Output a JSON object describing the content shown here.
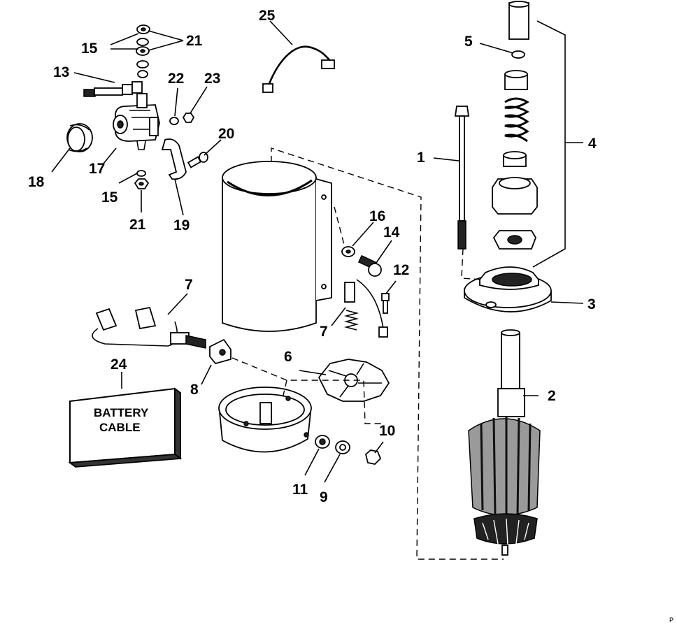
{
  "diagram": {
    "callouts": [
      {
        "id": "c1",
        "label": "1"
      },
      {
        "id": "c2",
        "label": "2"
      },
      {
        "id": "c3",
        "label": "3"
      },
      {
        "id": "c4",
        "label": "4"
      },
      {
        "id": "c5",
        "label": "5"
      },
      {
        "id": "c6",
        "label": "6"
      },
      {
        "id": "c7a",
        "label": "7"
      },
      {
        "id": "c7b",
        "label": "7"
      },
      {
        "id": "c8",
        "label": "8"
      },
      {
        "id": "c9",
        "label": "9"
      },
      {
        "id": "c10",
        "label": "10"
      },
      {
        "id": "c11",
        "label": "11"
      },
      {
        "id": "c12",
        "label": "12"
      },
      {
        "id": "c13",
        "label": "13"
      },
      {
        "id": "c14",
        "label": "14"
      },
      {
        "id": "c15a",
        "label": "15"
      },
      {
        "id": "c15b",
        "label": "15"
      },
      {
        "id": "c16",
        "label": "16"
      },
      {
        "id": "c17",
        "label": "17"
      },
      {
        "id": "c18",
        "label": "18"
      },
      {
        "id": "c19",
        "label": "19"
      },
      {
        "id": "c20",
        "label": "20"
      },
      {
        "id": "c21a",
        "label": "21"
      },
      {
        "id": "c21b",
        "label": "21"
      },
      {
        "id": "c22",
        "label": "22"
      },
      {
        "id": "c23",
        "label": "23"
      },
      {
        "id": "c24",
        "label": "24"
      },
      {
        "id": "c25",
        "label": "25"
      }
    ],
    "battery_cable_box": {
      "line1": "BATTERY",
      "line2": "CABLE"
    },
    "corner_mark": "P"
  }
}
